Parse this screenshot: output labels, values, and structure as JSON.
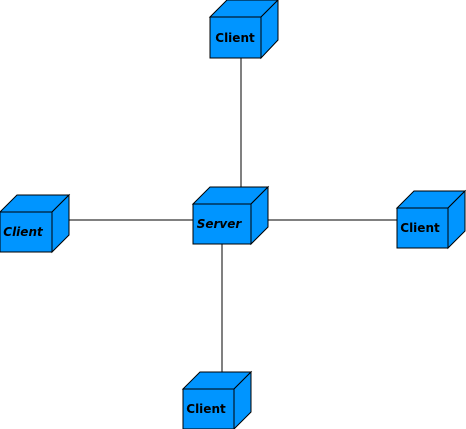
{
  "diagram": {
    "colors": {
      "node_fill": "#0095ff",
      "edge": "#000000",
      "outline": "#000000"
    },
    "nodes": {
      "server": {
        "label": "Server",
        "italic": true
      },
      "client_top": {
        "label": "Client",
        "italic": false
      },
      "client_left": {
        "label": "Client",
        "italic": true
      },
      "client_right": {
        "label": "Client",
        "italic": false
      },
      "client_bottom": {
        "label": "Client",
        "italic": false
      }
    },
    "edges": [
      {
        "from": "server",
        "to": "client_top"
      },
      {
        "from": "server",
        "to": "client_left"
      },
      {
        "from": "server",
        "to": "client_right"
      },
      {
        "from": "server",
        "to": "client_bottom"
      }
    ]
  }
}
